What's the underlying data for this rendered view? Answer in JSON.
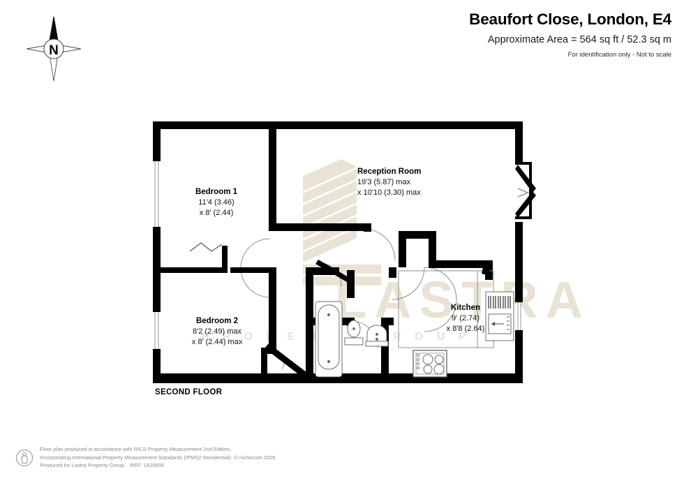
{
  "header": {
    "title": "Beaufort Close, London, E4",
    "area": "Approximate Area = 564 sq ft / 52.3 sq m",
    "disclaimer": "For identification only - Not to scale"
  },
  "compass": {
    "north_label": "N",
    "icon": "compass-rose-icon"
  },
  "floor": {
    "name": "SECOND FLOOR"
  },
  "watermark": {
    "line1": "LASTRA",
    "line2": "P R O P E R T Y   G R O U P",
    "color": "#e8e3d5"
  },
  "rooms": [
    {
      "id": "bedroom1",
      "name": "Bedroom 1",
      "dim1": "11'4 (3.46)",
      "dim2": "x 8' (2.44)"
    },
    {
      "id": "reception",
      "name": "Reception Room",
      "dim1": "19'3 (5.87) max",
      "dim2": "x 10'10 (3.30) max"
    },
    {
      "id": "bedroom2",
      "name": "Bedroom 2",
      "dim1": "8'2 (2.49) max",
      "dim2": "x 8' (2.44) max"
    },
    {
      "id": "kitchen",
      "name": "Kitchen",
      "dim1": "9' (2.74)",
      "dim2": "x 8'8 (2.64)"
    }
  ],
  "fixtures": [
    {
      "name": "bathtub-fixture"
    },
    {
      "name": "toilet-fixture"
    },
    {
      "name": "sink-fixture"
    },
    {
      "name": "hob-fixture"
    },
    {
      "name": "fridge-fixture"
    }
  ],
  "footer": {
    "icon": "info-person-icon",
    "line1": "Floor plan produced in accordance with RICS Property Measurement 2nd Edition,",
    "line2": "Incorporating International Property Measurement Standards (IPMS2 Residential).",
    "copyright": "© nichecom 2026.",
    "line3": "Produced for Lastra Property Group.",
    "reference": "REF: 1420656"
  },
  "colors": {
    "wall": "#000000",
    "background": "#ffffff",
    "door_arc": "#808080",
    "fixture_line": "#555555",
    "watermark": "#e8e3d5"
  }
}
